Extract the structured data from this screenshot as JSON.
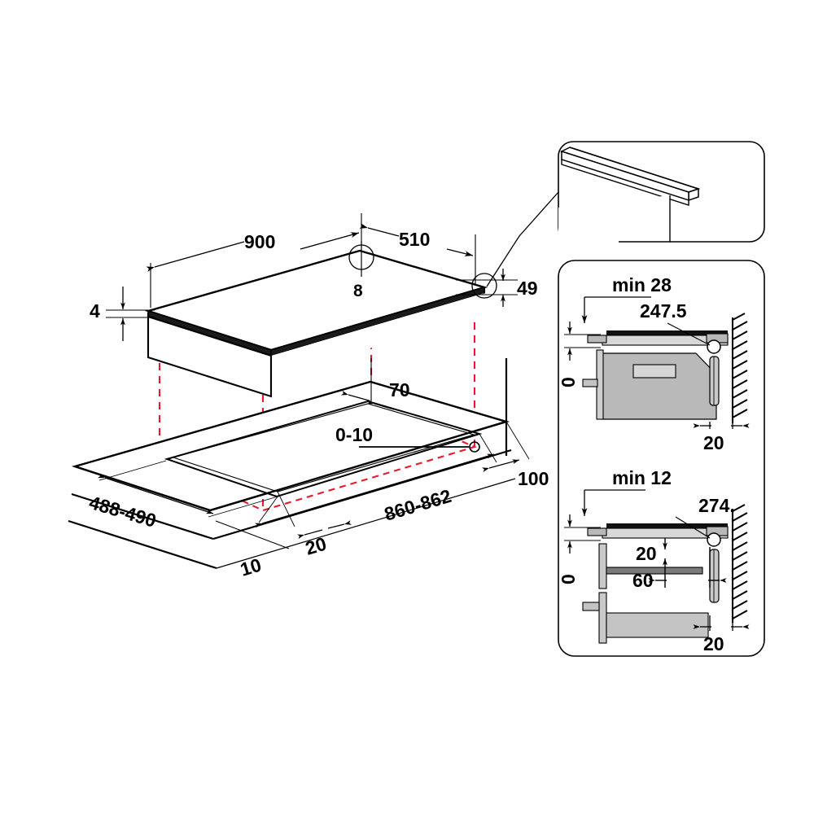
{
  "document": {
    "type": "technical-installation-drawing",
    "subject": "built-in cooktop / hob cut-out dimensions",
    "units": "mm",
    "background_color": "#ffffff",
    "line_color": "#000000",
    "hidden_line_color": "#e8192c",
    "fill_gray_light": "#d3d3d3",
    "fill_gray_mid": "#b3b3b3",
    "fill_gray_dark": "#808080"
  },
  "main_view": {
    "name": "isometric exploded view of hob and worktop cut-out",
    "labels": {
      "width_top": "900",
      "offset_center": "510",
      "hole_center": "8",
      "edge_right": "49",
      "thickness_left": "4",
      "cutout_rear_offset": "70",
      "gap_tolerance": "0-10",
      "cutout_depth": "488-490",
      "cutout_width": "860-862",
      "worktop_depth": "100",
      "corner_radius": "20",
      "front_offset": "10"
    }
  },
  "detail_panels": [
    {
      "name": "corner-detail",
      "id": "panel-corner-detail",
      "labels": []
    },
    {
      "name": "section-min-28",
      "id": "panel-section-upper",
      "labels": {
        "min_gap": "min 28",
        "depth": "247.5",
        "zero": "0",
        "wall_clearance": "20"
      }
    },
    {
      "name": "section-min-12",
      "id": "panel-section-lower",
      "labels": {
        "min_gap": "min 12",
        "depth": "274.",
        "zero": "0",
        "shelf_gap": "20",
        "shelf_depth": "60",
        "wall_clearance": "20"
      }
    }
  ]
}
